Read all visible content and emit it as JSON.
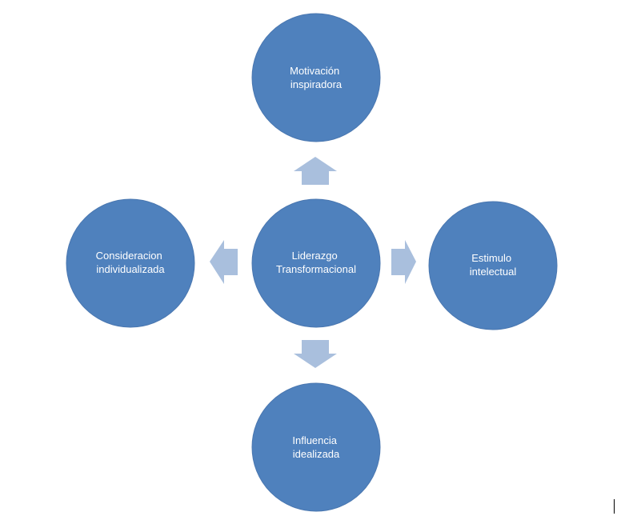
{
  "diagram": {
    "center": {
      "line1": "Liderazgo",
      "line2": "Transformacional"
    },
    "top": {
      "line1": "Motivación",
      "line2": "inspiradora"
    },
    "right": {
      "line1": "Estimulo",
      "line2": "intelectual"
    },
    "bottom": {
      "line1": "Influencia",
      "line2": "idealizada"
    },
    "left": {
      "line1": "Consideracion",
      "line2": "individualizada"
    }
  },
  "colors": {
    "node_fill": "#4f81bd",
    "arrow_fill": "#a9bfdd",
    "label_text": "#ffffff"
  }
}
